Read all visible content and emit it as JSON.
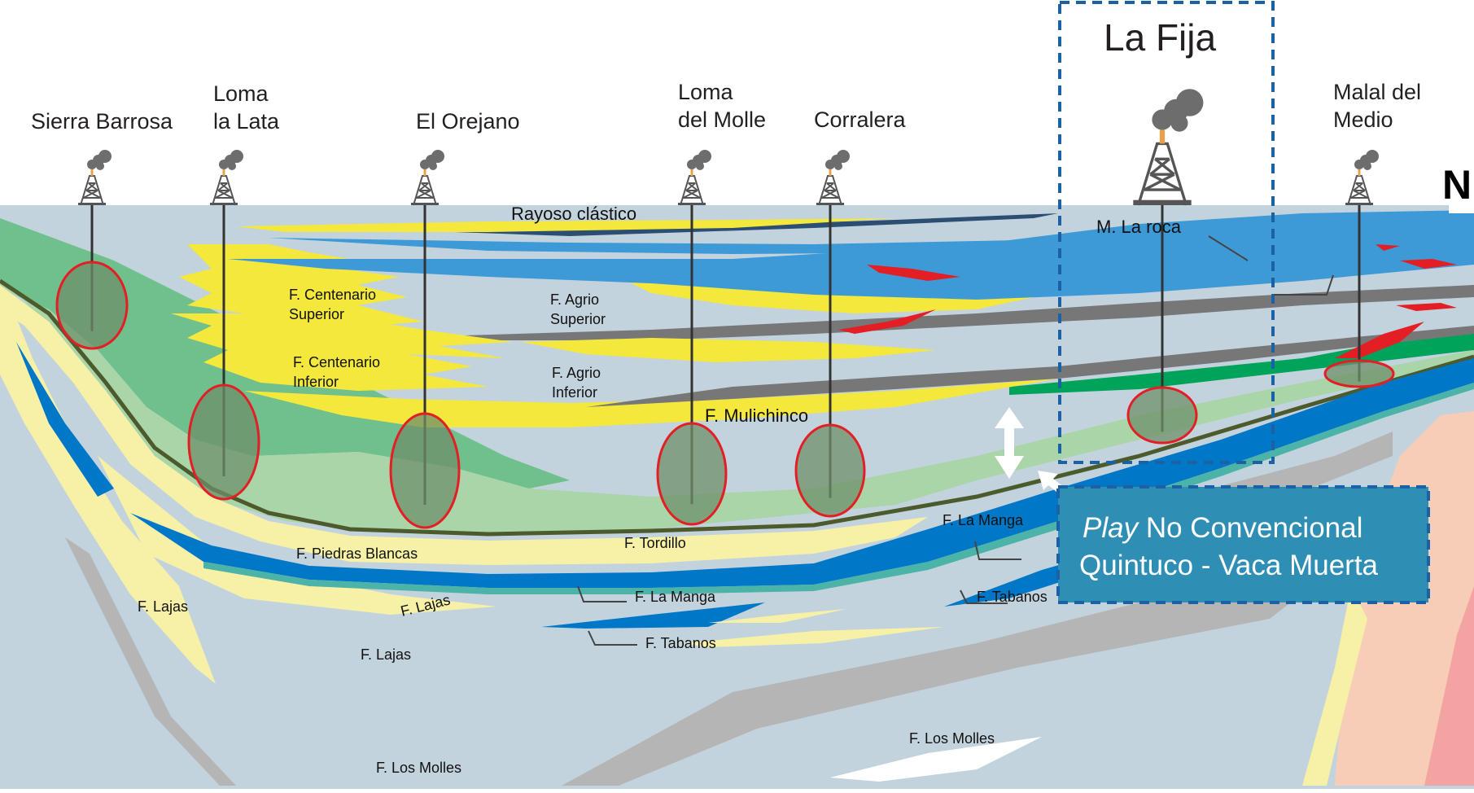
{
  "colors": {
    "sky": "#ffffff",
    "basin": "#c3d3de",
    "green_dark": "#6fc08d",
    "green_light": "#a9d5a8",
    "green_bright": "#00a35a",
    "yellow": "#f3e83b",
    "pale_yellow": "#f6f1a6",
    "blue_light": "#3e9ad6",
    "blue_dark": "#0078c7",
    "teal": "#4cb3a8",
    "gray_layer": "#777777",
    "gray_light": "#b5b5b5",
    "red": "#e31e24",
    "navy": "#2b4e72",
    "salmon": "#f7cdb7",
    "play_box": "#2e8eb4",
    "dash": "#1a62a3"
  },
  "wells": [
    {
      "name": "Sierra Barrosa",
      "line1": "Sierra Barrosa",
      "line2": ""
    },
    {
      "name": "Loma la Lata",
      "line1": "Loma",
      "line2": "la Lata"
    },
    {
      "name": "El Orejano",
      "line1": "El Orejano",
      "line2": ""
    },
    {
      "name": "Loma del Molle",
      "line1": "Loma",
      "line2": "del Molle"
    },
    {
      "name": "Corralera",
      "line1": "Corralera",
      "line2": ""
    },
    {
      "name": "La Fija",
      "line1": "La Fija",
      "line2": ""
    },
    {
      "name": "Malal del Medio",
      "line1": "Malal del",
      "line2": "Medio"
    }
  ],
  "north": "N",
  "formations": {
    "rayoso": "Rayoso clástico",
    "la_roca": "M. La roca",
    "centenario_sup_1": "F. Centenario",
    "centenario_sup_2": "Superior",
    "centenario_inf_1": "F. Centenario",
    "centenario_inf_2": "Inferior",
    "agrio_sup_1": "F. Agrio",
    "agrio_sup_2": "Superior",
    "agrio_inf_1": "F. Agrio",
    "agrio_inf_2": "Inferior",
    "mulichinco": "F. Mulichinco",
    "la_manga_right": "F. La Manga",
    "tordillo": "F. Tordillo",
    "piedras_blancas": "F. Piedras Blancas",
    "lajas_left": "F. Lajas",
    "lajas_mid": "F. Lajas",
    "lajas_low": "F. Lajas",
    "la_manga_low": "F. La Manga",
    "tabanos_right": "F. Tabanos",
    "tabanos_low": "F. Tabanos",
    "los_molles_left": "F. Los Molles",
    "los_molles_right": "F. Los Molles"
  },
  "play_box": {
    "line1_italic": "Play",
    "line1_rest": " No Convencional",
    "line2": "Quintuco - Vaca Muerta"
  }
}
